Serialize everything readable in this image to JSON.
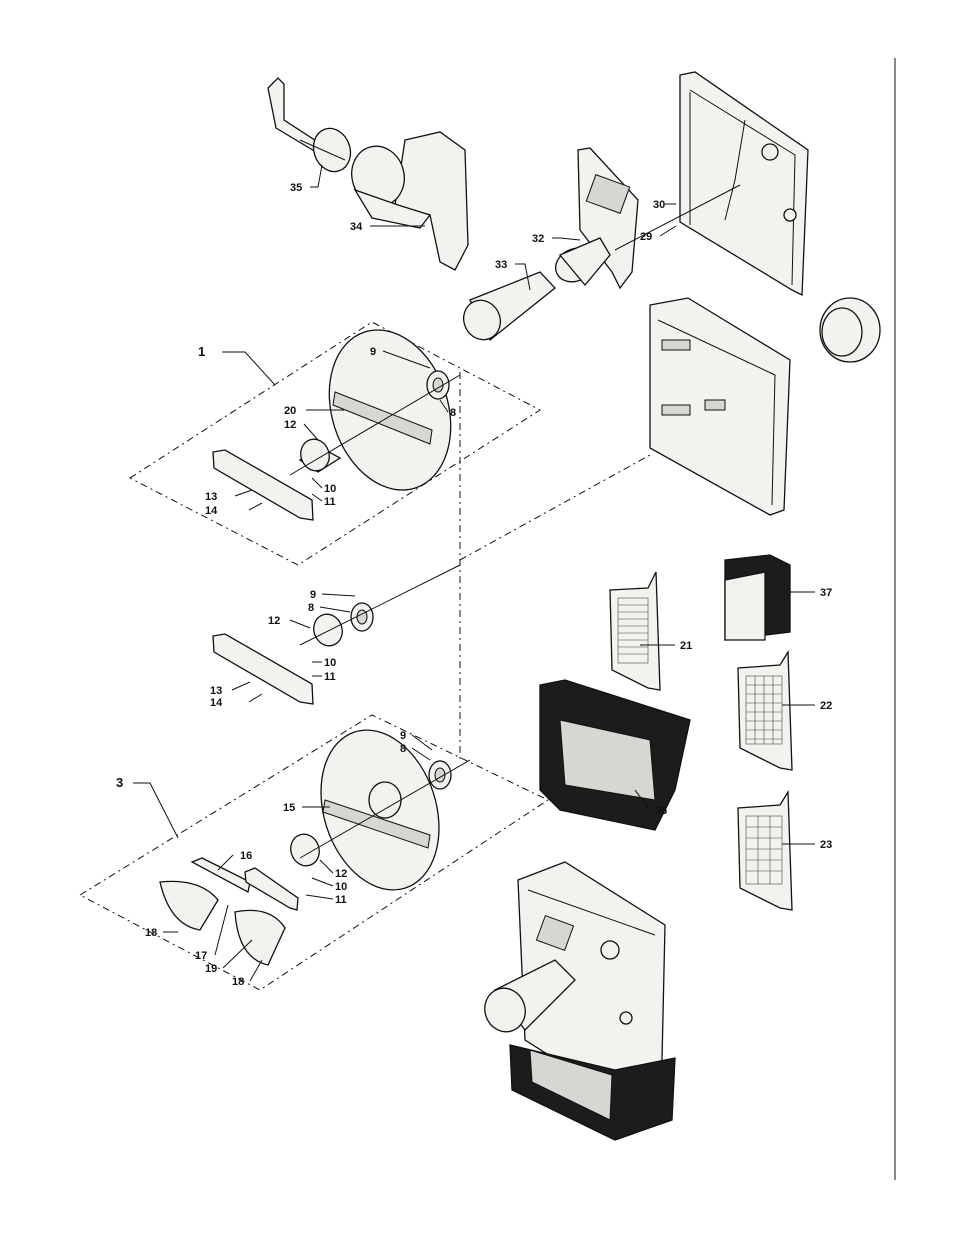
{
  "labels": {
    "l1": "1",
    "l3": "3",
    "l8a": "8",
    "l8b": "8",
    "l8c": "8",
    "l9a": "9",
    "l9b": "9",
    "l9c": "9",
    "l10a": "10",
    "l10b": "10",
    "l10c": "10",
    "l11a": "11",
    "l11b": "11",
    "l11c": "11",
    "l12a": "12",
    "l12b": "12",
    "l12c": "12",
    "l13a": "13",
    "l13b": "13",
    "l14a": "14",
    "l14b": "14",
    "l15": "15",
    "l16": "16",
    "l17": "17",
    "l18a": "18",
    "l18b": "18",
    "l19": "19",
    "l20": "20",
    "l21": "21",
    "l22": "22",
    "l23": "23",
    "l29": "29",
    "l30": "30",
    "l32": "32",
    "l33": "33",
    "l34": "34",
    "l35": "35",
    "l36": "36",
    "l37": "37"
  }
}
